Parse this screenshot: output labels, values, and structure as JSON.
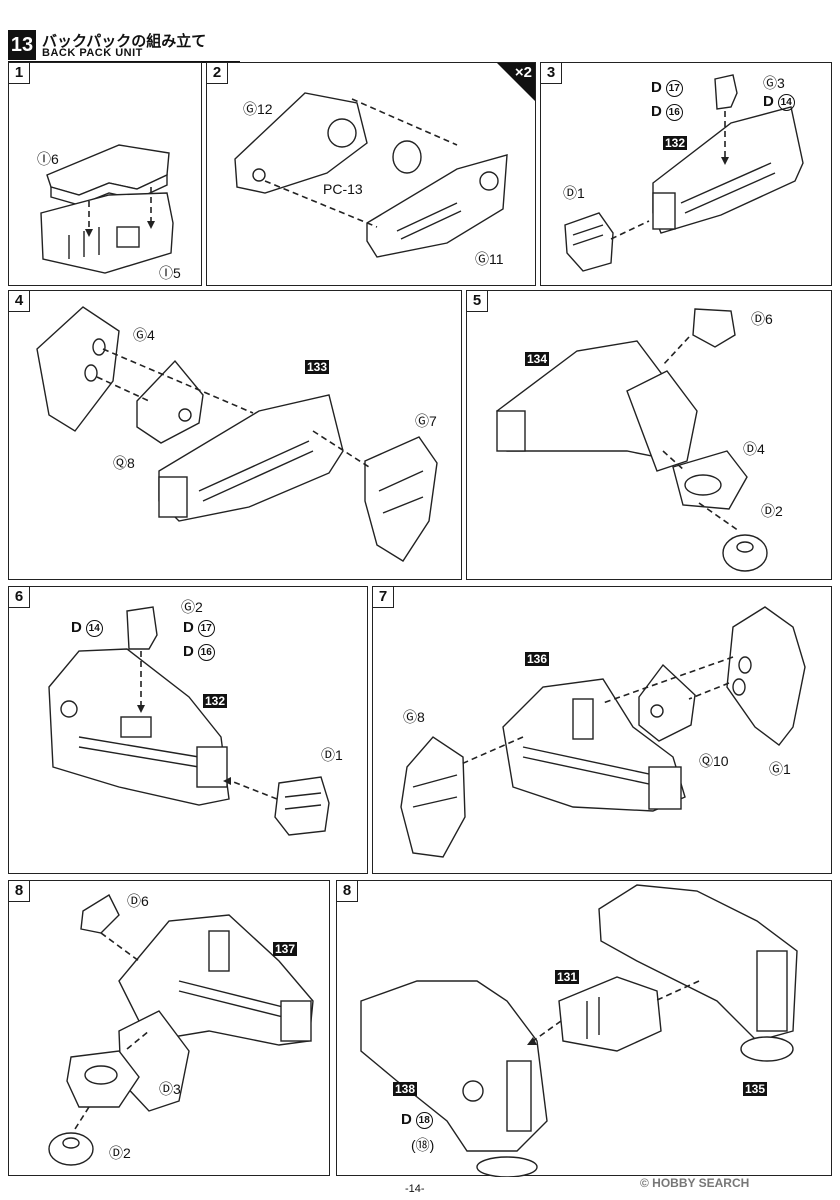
{
  "header": {
    "step_badge": "13",
    "title_jp": "バックパックの組み立て",
    "title_en": "BACK PACK UNIT"
  },
  "steps": [
    {
      "number": "1",
      "labels": [
        "Ⓘ6",
        "Ⓘ5"
      ]
    },
    {
      "number": "2",
      "multiplier": "×2",
      "labels": [
        "Ⓖ12",
        "PC-13",
        "Ⓖ11"
      ]
    },
    {
      "number": "3",
      "labels": [
        "Ⓖ3",
        "Ⓓ1"
      ],
      "ref": "132",
      "decals": [
        {
          "prefix": "D",
          "num": "17"
        },
        {
          "prefix": "D",
          "num": "16"
        },
        {
          "prefix": "D",
          "num": "14"
        }
      ]
    },
    {
      "number": "4",
      "labels": [
        "Ⓖ4",
        "Ⓠ8",
        "Ⓖ7"
      ],
      "ref": "133"
    },
    {
      "number": "5",
      "labels": [
        "Ⓓ6",
        "Ⓓ4",
        "Ⓓ2"
      ],
      "ref": "134"
    },
    {
      "number": "6",
      "labels": [
        "Ⓖ2",
        "Ⓓ1"
      ],
      "ref": "132",
      "decals": [
        {
          "prefix": "D",
          "num": "14"
        },
        {
          "prefix": "D",
          "num": "17"
        },
        {
          "prefix": "D",
          "num": "16"
        }
      ]
    },
    {
      "number": "7",
      "labels": [
        "Ⓖ8",
        "Ⓠ10",
        "Ⓖ1"
      ],
      "ref": "136"
    },
    {
      "number": "8",
      "labels": [
        "Ⓓ6",
        "Ⓓ3",
        "Ⓓ2"
      ],
      "ref": "137"
    },
    {
      "number": "8",
      "refs": [
        "131",
        "138",
        "135"
      ],
      "decals": [
        {
          "prefix": "D",
          "num": "18"
        }
      ],
      "decal_alt": "(⑱)"
    }
  ],
  "page_number": "-14-",
  "watermark": "© HOBBY SEARCH"
}
